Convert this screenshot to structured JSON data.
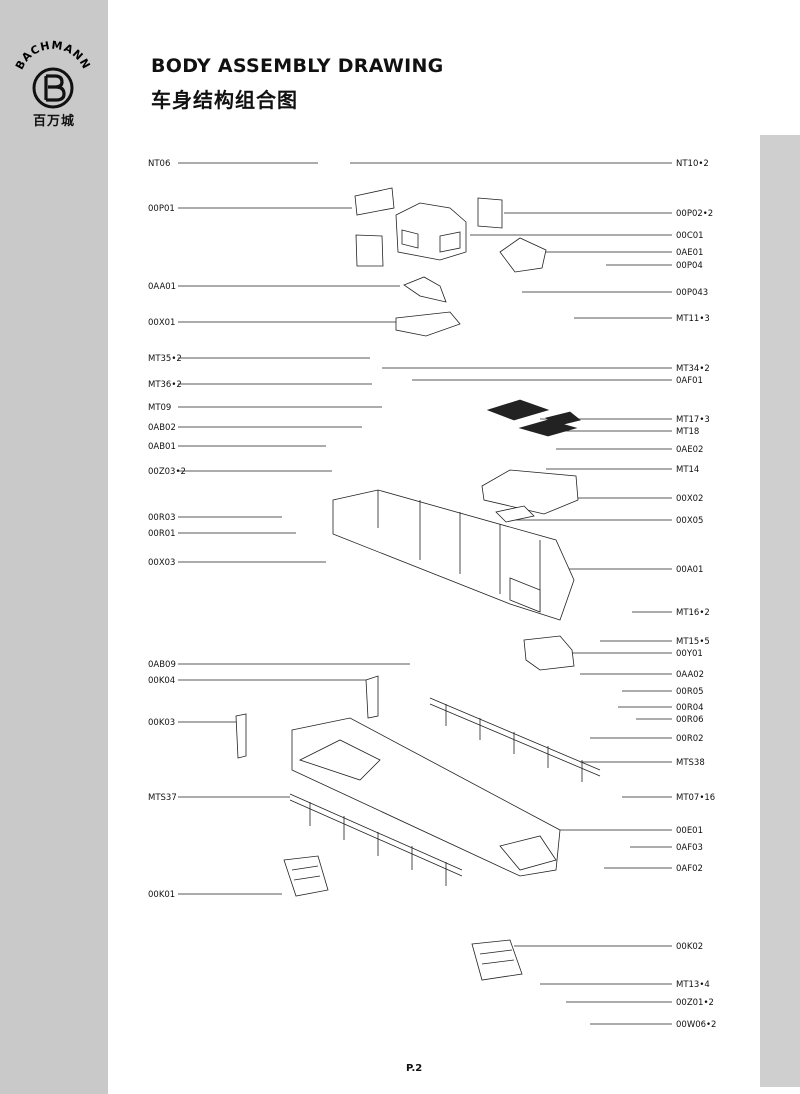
{
  "header": {
    "brand_en": "BACHMANN",
    "brand_cn": "百万城",
    "title_en": "BODY ASSEMBLY DRAWING",
    "title_cn": "车身结构组合图"
  },
  "colors": {
    "sidebar": "#c9c9c9",
    "line": "#222222"
  },
  "labels_left": [
    "NT06",
    "00P01",
    "0AA01",
    "00X01",
    "MT35•2",
    "MT36•2",
    "MT09",
    "0AB02",
    "0AB01",
    "00Z03•2",
    "00R03",
    "00R01",
    "00X03",
    "0AB09",
    "00K04",
    "00K03",
    "MTS37",
    "00K01"
  ],
  "labels_right": [
    "NT10•2",
    "00P02•2",
    "00C01",
    "0AE01",
    "00P04",
    "00P043",
    "MT11•3",
    "MT34•2",
    "0AF01",
    "MT17•3",
    "MT18",
    "0AE02",
    "MT14",
    "00X02",
    "00X05",
    "00A01",
    "MT16•2",
    "MT15•5",
    "00Y01",
    "0AA02",
    "00R05",
    "00R04",
    "00R06",
    "00R02",
    "MTS38",
    "MT07•16",
    "00E01",
    "0AF03",
    "0AF02",
    "00K02",
    "MT13•4",
    "00Z01•2",
    "00W06•2"
  ],
  "footer": {
    "page": "P.2"
  }
}
